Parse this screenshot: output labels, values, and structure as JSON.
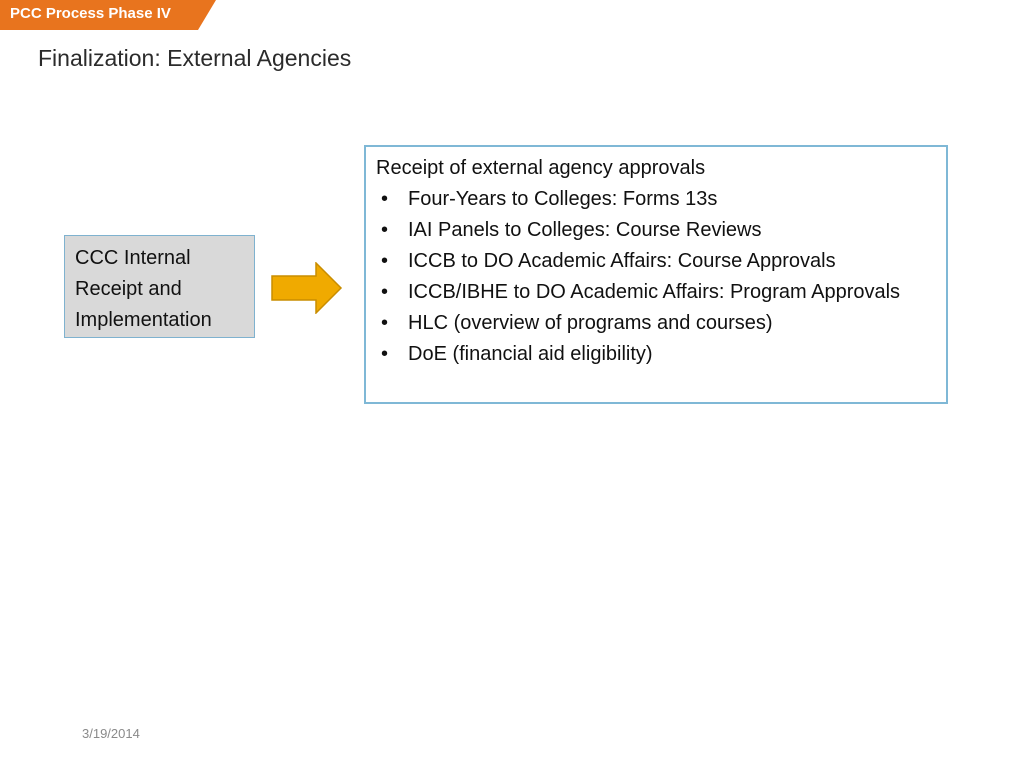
{
  "header": {
    "label": "PCC Process Phase IV",
    "color": "#E8741E"
  },
  "title": "Finalization: External Agencies",
  "internal_box": {
    "lines": [
      "CCC Internal",
      "Receipt and",
      "Implementation"
    ],
    "fill": "#D9D9D9",
    "border": "#7FB2CF"
  },
  "arrow": {
    "fill": "#F0AA00",
    "stroke": "#C98D00"
  },
  "external_box": {
    "heading": "Receipt of external  agency approvals",
    "items": [
      "Four-Years to Colleges: Forms 13s",
      "IAI Panels to Colleges: Course Reviews",
      "ICCB  to DO Academic Affairs: Course Approvals",
      "ICCB/IBHE to DO Academic Affairs: Program Approvals",
      "HLC (overview of programs and courses)",
      "DoE (financial aid eligibility)"
    ],
    "border": "#7FB8D6"
  },
  "footer": {
    "date": "3/19/2014"
  }
}
